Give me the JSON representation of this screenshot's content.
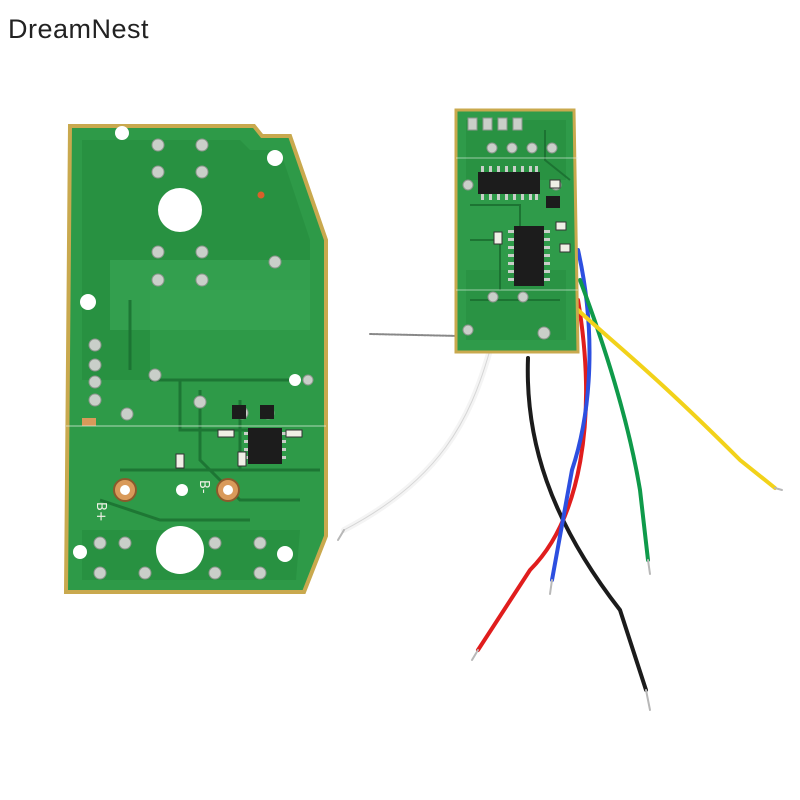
{
  "brand": {
    "watermark": "DreamNest"
  },
  "photo": {
    "board_left_markings": [
      "B+",
      "B-"
    ],
    "colors": {
      "background": "#ffffff",
      "pcb": "#2f9b4a",
      "pcb_dark": "#1f7a38",
      "pcb_edge": "#c9a94e",
      "wire_white": "#f4f4f4",
      "wire_black": "#1b1b1b",
      "wire_red": "#e01d1d",
      "wire_blue": "#2d4fe0",
      "wire_green": "#0f9a4a",
      "wire_yellow": "#f2d21a"
    }
  }
}
